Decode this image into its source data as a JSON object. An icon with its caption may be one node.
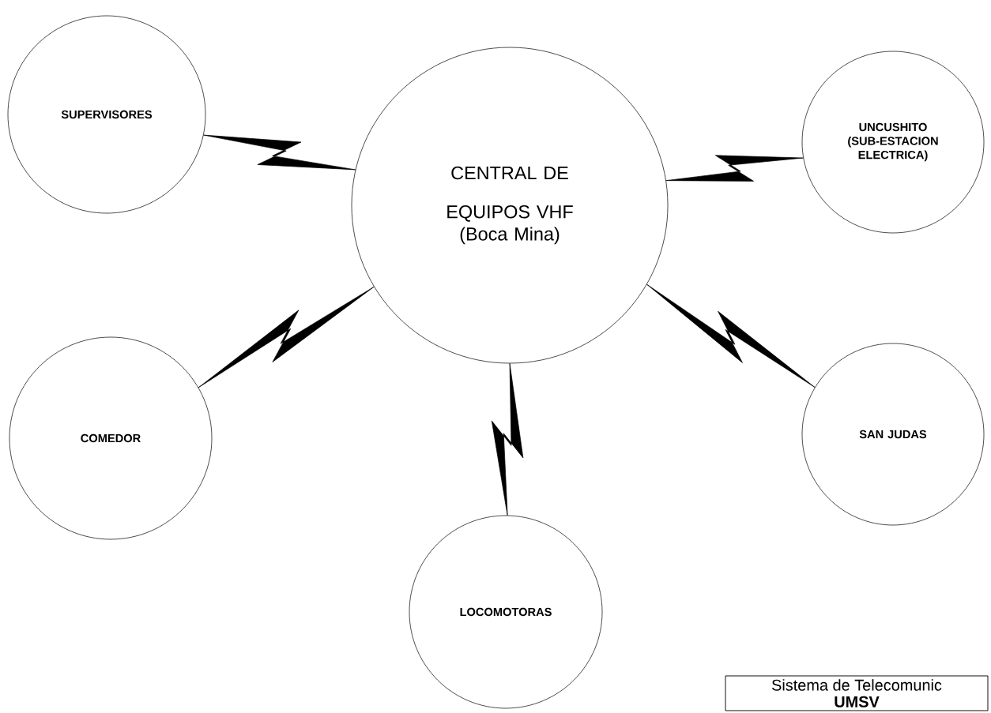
{
  "diagram": {
    "nodes": [
      {
        "text": [
          "CENTRAL DE",
          "EQUIPOS VHF (Boca Mina)"
        ]
      },
      {
        "text": [
          "SUPERVISORES"
        ]
      },
      {
        "text": [
          "UNCUSHITO (SUB-ESTACION ELECTRICA)"
        ]
      },
      {
        "text": [
          "COMEDOR"
        ]
      },
      {
        "text": [
          "LOCOMOTORAS"
        ]
      },
      {
        "text": [
          "SAN JUDAS"
        ]
      },
      {
        "text": [
          "Sistema de Telecomunic",
          "UMSV"
        ]
      }
    ],
    "edges": [
      {
        "from": 0,
        "to": 1,
        "arrow": "none"
      },
      {
        "from": 0,
        "to": 2,
        "arrow": "none"
      },
      {
        "from": 0,
        "to": 3,
        "arrow": "none"
      },
      {
        "from": 0,
        "to": 4,
        "arrow": "none"
      },
      {
        "from": 0,
        "to": 5,
        "arrow": "none"
      }
    ]
  }
}
